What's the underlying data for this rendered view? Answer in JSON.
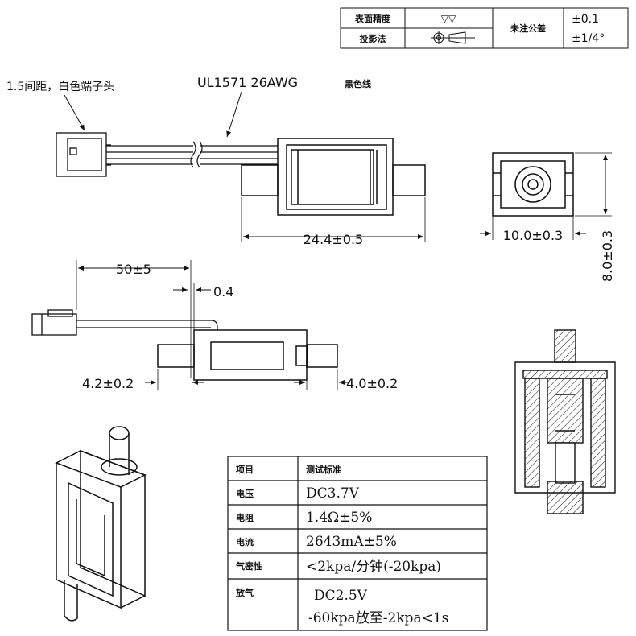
{
  "title_block": {
    "surface_finish_label": "表面精度",
    "surface_finish_symbol": "▽▽",
    "projection_label": "投影法",
    "untoleranced_label": "未注公差",
    "tol_linear": "±0.1",
    "tol_angular": "±1/4°"
  },
  "annotations": {
    "connector_note": "1.5间距，白色端子头",
    "wire_spec": "UL1571  26AWG",
    "wire_color": "黑色线",
    "dim_length": "24.4±0.5",
    "dim_width": "10.0±0.3",
    "dim_height": "8.0±0.3",
    "dim_lead": "50±5",
    "dim_gap": "0.4",
    "dim_left_stub": "4.2±0.2",
    "dim_right_stub": "4.0±0.2"
  },
  "spec_table": {
    "header": [
      "项目",
      "测试标准"
    ],
    "rows": [
      {
        "item": "电压",
        "value": "DC3.7V"
      },
      {
        "item": "电阻",
        "value": "1.4Ω±5%"
      },
      {
        "item": "电流",
        "value": "2643mA±5%"
      },
      {
        "item": "气密性",
        "value": "<2kpa/分钟(-20kpa)"
      },
      {
        "item": "放气",
        "value": "DC2.5V",
        "value2": "-60kpa放至-2kpa<1s"
      }
    ]
  }
}
